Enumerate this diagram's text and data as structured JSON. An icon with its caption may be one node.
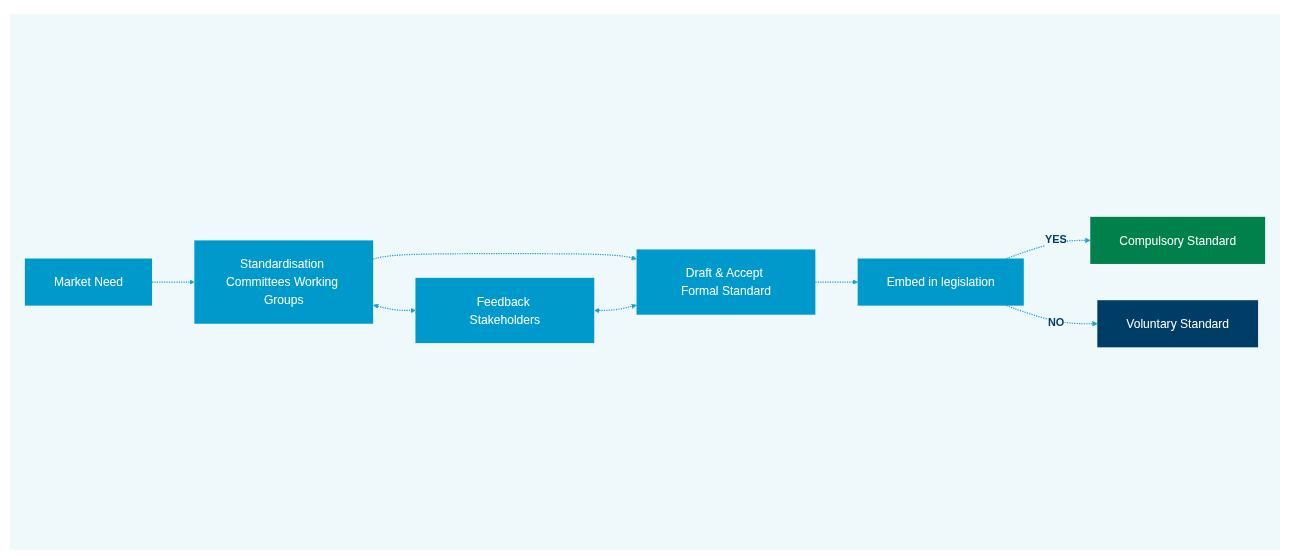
{
  "diagram": {
    "nodes": [
      {
        "text": [
          "Market Need"
        ]
      },
      {
        "text": [
          "Standardisation Committees Working Groups"
        ]
      },
      {
        "text": [
          "Draft & Accept Formal Standard"
        ]
      },
      {
        "text": [
          "Embed in legislation"
        ]
      },
      {
        "text": [
          "Compulsory Standard"
        ]
      },
      {
        "text": [
          "Voluntary Standard"
        ]
      },
      {
        "text": [
          "Feedback Stakeholders"
        ]
      }
    ],
    "edges": [
      {
        "from": 0,
        "to": 1,
        "arrow": "to",
        "style": "dashed"
      },
      {
        "from": 1,
        "to": 2,
        "arrow": "to",
        "style": "dashed"
      },
      {
        "from": 2,
        "to": 3,
        "arrow": "to",
        "style": "dashed"
      },
      {
        "from": 3,
        "to": 4,
        "arrow": "to",
        "style": "dashed",
        "label": "YES"
      },
      {
        "from": 3,
        "to": 5,
        "arrow": "to",
        "style": "dashed",
        "label": "NO"
      },
      {
        "from": 1,
        "to": 6,
        "arrow": "both",
        "style": "dashed"
      },
      {
        "from": 6,
        "to": 2,
        "arrow": "both",
        "style": "dashed"
      }
    ]
  }
}
